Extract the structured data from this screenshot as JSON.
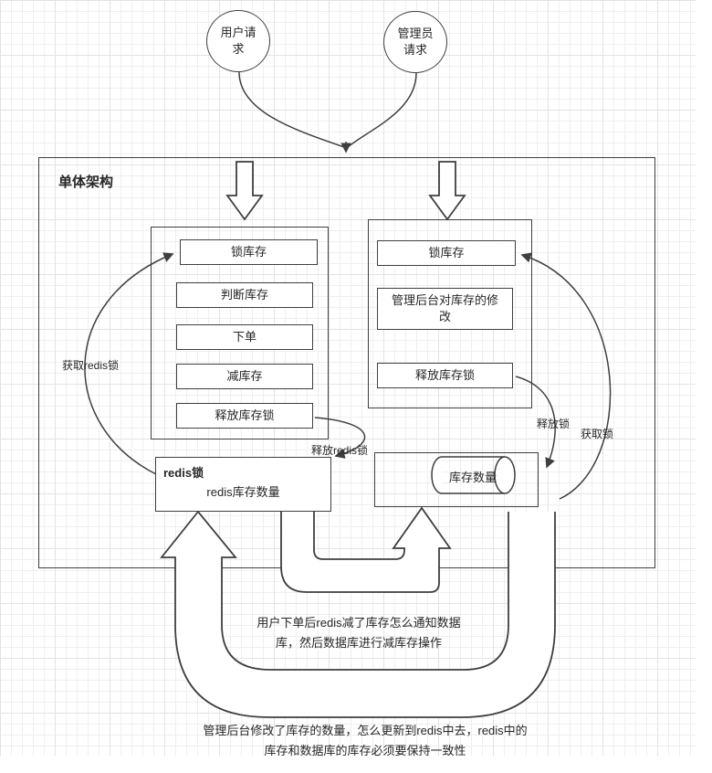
{
  "diagram": {
    "user_request": "用户请求",
    "admin_request": "管理员请求",
    "container_title": "单体架构",
    "left_flow_steps": [
      "锁库存",
      "判断库存",
      "下单",
      "减库存",
      "释放库存锁"
    ],
    "right_flow_steps": [
      "锁库存",
      "管理后台对库存的修改",
      "释放库存锁"
    ],
    "redis_box": {
      "title": "redis锁",
      "content": "redis库存数量"
    },
    "db_label": "库存数量",
    "labels": {
      "acquire_redis_lock": "获取redis锁",
      "release_redis_lock": "释放redis锁",
      "release_lock": "释放锁",
      "acquire_lock": "获取锁"
    },
    "notes": {
      "sync_to_db": "用户下单后redis减了库存怎么通知数据库，然后数据库进行减库存操作",
      "sync_to_redis": "管理后台修改了库存的数量，怎么更新到redis中去，redis中的库存和数据库的库存必须要保持一致性"
    },
    "colors": {
      "stroke": "#3f3f3f",
      "grid": "#e3e3e3"
    }
  }
}
